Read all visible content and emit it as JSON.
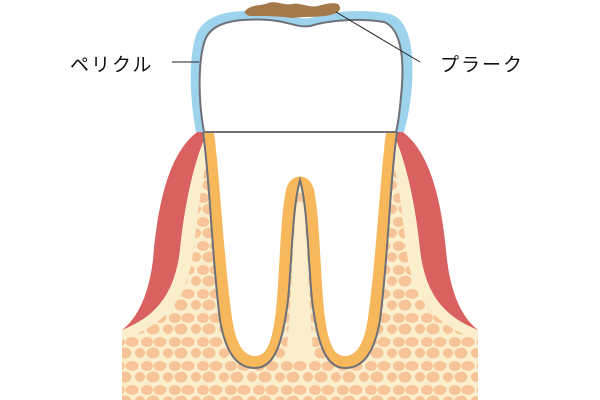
{
  "diagram": {
    "title": "",
    "labels": {
      "pellicle": "ペリクル",
      "plaque": "プラーク"
    },
    "parts": [
      "enamel",
      "dentin",
      "pulp",
      "gum",
      "alveolar-bone",
      "pellicle",
      "plaque"
    ],
    "colors": {
      "background": "#ffffff",
      "pellicle_enamel": "#9ed3ee",
      "dentin_outline": "#6e7178",
      "plaque": "#a57a4a",
      "gum": "#d9615f",
      "bone_base": "#f6c497",
      "bone_mesh": "#fbeecd",
      "root_dentin": "#f6b85a",
      "tooth_white": "#ffffff",
      "leader_line": "#222222"
    }
  }
}
